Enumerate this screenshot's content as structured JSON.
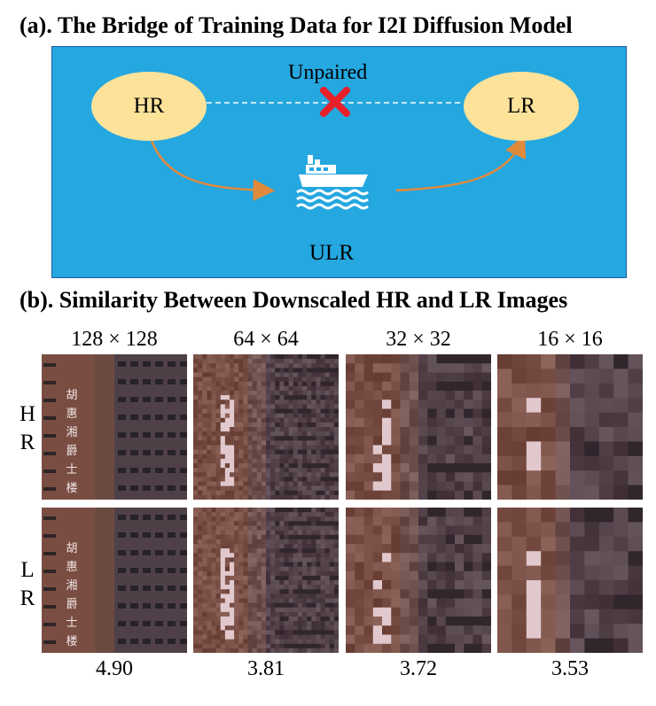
{
  "panel_a": {
    "title": "(a). The Bridge of Training Data for I2I Diffusion Model",
    "hr_label": "HR",
    "lr_label": "LR",
    "unpaired_label": "Unpaired",
    "ulr_label": "ULR",
    "icons": [
      "cross-icon",
      "ship-icon"
    ]
  },
  "panel_b": {
    "title": "(b). Similarity Between Downscaled HR and LR Images",
    "columns": [
      "128 × 128",
      "64 × 64",
      "32 × 32",
      "16 × 16"
    ],
    "rows": [
      {
        "line1": "H",
        "line2": "R"
      },
      {
        "line1": "L",
        "line2": "R"
      }
    ],
    "scores": [
      "4.90",
      "3.81",
      "3.72",
      "3.53"
    ],
    "sign_text": [
      "胡",
      "惠",
      "湘",
      "爵",
      "士",
      "楼"
    ]
  },
  "colors": {
    "panel_bg": "#25a7e0",
    "node_fill": "#fde39a",
    "arrow": "#e08a3c",
    "cross": "#e8202a",
    "building": "#6b4a42"
  }
}
